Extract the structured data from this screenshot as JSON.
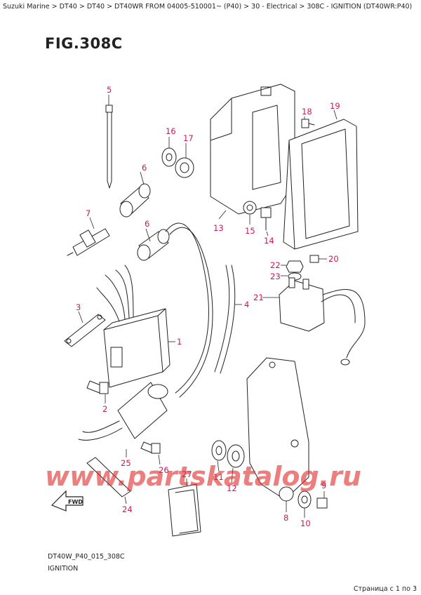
{
  "breadcrumb": "Suzuki Marine > DT40 > DT40 > DT40WR FROM 04005-510001~ (P40) > 30 - Electrical > 308C - IGNITION (DT40WR:P40)",
  "figure_title": "FIG.308C",
  "callouts": {
    "p1": "1",
    "p2": "2",
    "p3": "3",
    "p4": "4",
    "p5": "5",
    "p6a": "6",
    "p6b": "6",
    "p7": "7",
    "p8": "8",
    "p9": "9",
    "p10": "10",
    "p11": "11",
    "p12": "12",
    "p13": "13",
    "p14": "14",
    "p15": "15",
    "p16": "16",
    "p17": "17",
    "p18": "18",
    "p19": "19",
    "p20": "20",
    "p21": "21",
    "p22": "22",
    "p23": "23",
    "p24": "24",
    "p25": "25",
    "p26": "26",
    "p27": "27"
  },
  "fwd_label": "FWD",
  "watermark": "www.partskatalog.ru",
  "footer": {
    "code": "DT40W_P40_015_308C",
    "name": "IGNITION"
  },
  "pager": "Страница с 1 по 3",
  "colors": {
    "callout": "#d0145a",
    "watermark": "#e0312f"
  }
}
